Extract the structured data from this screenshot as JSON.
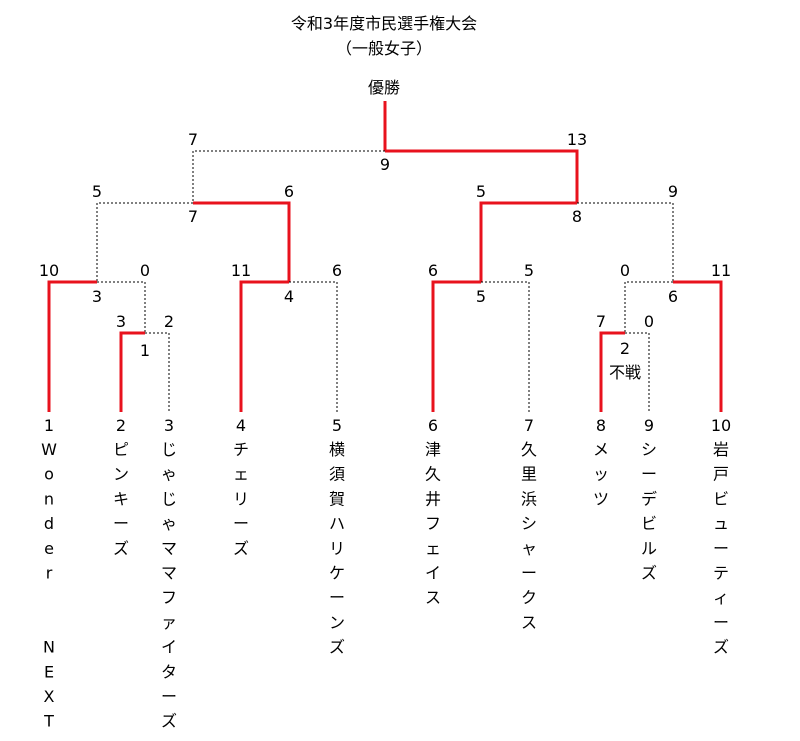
{
  "title": "令和3年度市民選手権大会",
  "subtitle": "（一般女子）",
  "champion_label": "優勝",
  "colors": {
    "winner_line": "#e8121d",
    "loser_line": "#000000",
    "text": "#000000",
    "background": "#ffffff"
  },
  "teams": [
    {
      "seed": "1",
      "name": "Wonder NEXT"
    },
    {
      "seed": "2",
      "name": "ピンキーズ"
    },
    {
      "seed": "3",
      "name": "じゃじゃママファイターズ"
    },
    {
      "seed": "4",
      "name": "チェリーズ"
    },
    {
      "seed": "5",
      "name": "横須賀ハリケーンズ"
    },
    {
      "seed": "6",
      "name": "津久井フェイス"
    },
    {
      "seed": "7",
      "name": "久里浜シャークス"
    },
    {
      "seed": "8",
      "name": "メッツ"
    },
    {
      "seed": "9",
      "name": "シーデビルズ"
    },
    {
      "seed": "10",
      "name": "岩戸ビューティーズ"
    }
  ],
  "matches": [
    {
      "id": "m1",
      "number": "1",
      "left_score": "3",
      "right_score": "2",
      "note": ""
    },
    {
      "id": "m2",
      "number": "2",
      "left_score": "7",
      "right_score": "0",
      "note": "不戦"
    },
    {
      "id": "m3",
      "number": "3",
      "left_score": "10",
      "right_score": "0",
      "note": ""
    },
    {
      "id": "m4",
      "number": "4",
      "left_score": "11",
      "right_score": "6",
      "note": ""
    },
    {
      "id": "m5",
      "number": "5",
      "left_score": "6",
      "right_score": "5",
      "note": ""
    },
    {
      "id": "m6",
      "number": "6",
      "left_score": "0",
      "right_score": "11",
      "note": ""
    },
    {
      "id": "m7",
      "number": "7",
      "left_score": "5",
      "right_score": "6",
      "note": ""
    },
    {
      "id": "m8",
      "number": "8",
      "left_score": "5",
      "right_score": "9",
      "note": ""
    },
    {
      "id": "m9",
      "number": "9",
      "left_score": "7",
      "right_score": "13",
      "note": ""
    }
  ]
}
